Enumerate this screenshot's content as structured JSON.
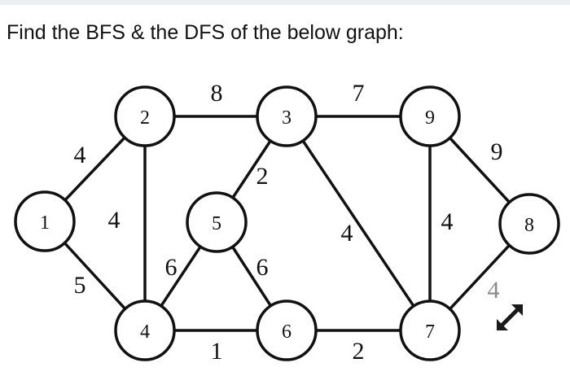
{
  "question": "Find the BFS & the DFS of the below graph:",
  "graph": {
    "nodes": [
      {
        "id": "1",
        "label": "1"
      },
      {
        "id": "2",
        "label": "2"
      },
      {
        "id": "3",
        "label": "3"
      },
      {
        "id": "4",
        "label": "4"
      },
      {
        "id": "5",
        "label": "5"
      },
      {
        "id": "6",
        "label": "6"
      },
      {
        "id": "7",
        "label": "7"
      },
      {
        "id": "8",
        "label": "8"
      },
      {
        "id": "9",
        "label": "9"
      }
    ],
    "edges": [
      {
        "from": "1",
        "to": "2",
        "weight": "4"
      },
      {
        "from": "1",
        "to": "4",
        "weight": "5"
      },
      {
        "from": "2",
        "to": "3",
        "weight": "8"
      },
      {
        "from": "2",
        "to": "4",
        "weight": "4"
      },
      {
        "from": "3",
        "to": "5",
        "weight": "2"
      },
      {
        "from": "3",
        "to": "7",
        "weight": "4"
      },
      {
        "from": "3",
        "to": "9",
        "weight": "7"
      },
      {
        "from": "4",
        "to": "5",
        "weight": "6"
      },
      {
        "from": "4",
        "to": "6",
        "weight": "1"
      },
      {
        "from": "5",
        "to": "6",
        "weight": "6"
      },
      {
        "from": "6",
        "to": "7",
        "weight": "2"
      },
      {
        "from": "7",
        "to": "9",
        "weight": "4"
      },
      {
        "from": "7",
        "to": "8",
        "weight": "4"
      },
      {
        "from": "9",
        "to": "8",
        "weight": "9"
      }
    ]
  },
  "controls": {
    "expand_icon": "expand-arrows-icon"
  }
}
